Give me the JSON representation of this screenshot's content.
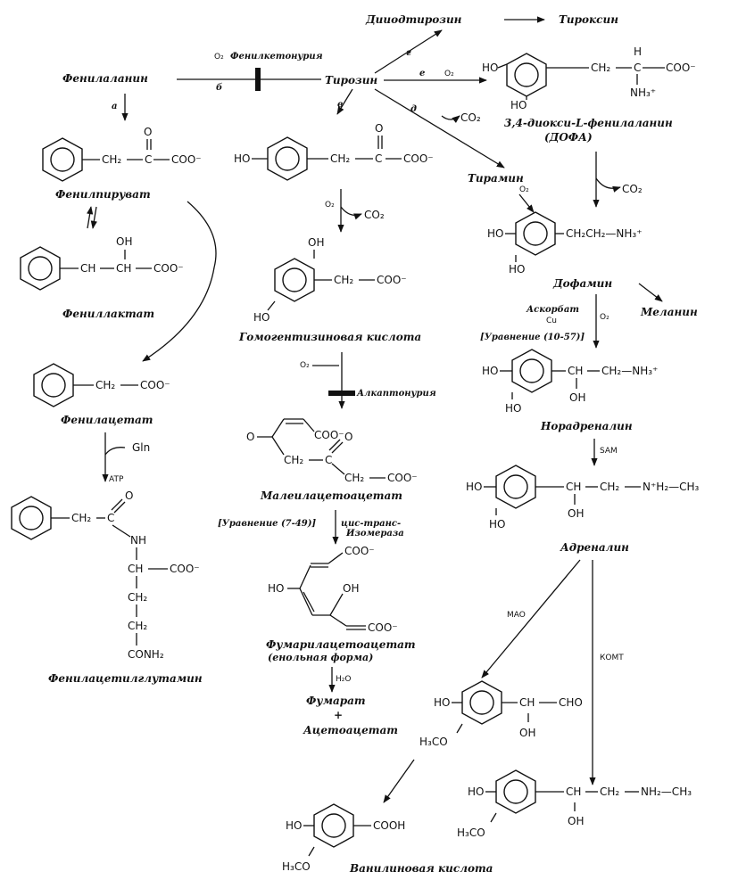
{
  "compounds": {
    "diiodotyrosine": "Дииодтирозин",
    "thyroxine": "Тироксин",
    "phenylalanine": "Фенилаланин",
    "tyrosine": "Тирозин",
    "dopa_name": "3,4-диокси-L-фенилаланин",
    "dopa_abbr": "(ДОФА)",
    "phenylpyruvate": "Фенилпируват",
    "phenyllactate": "Фениллактат",
    "tyramine": "Тирамин",
    "dopamine": "Дофамин",
    "melanin": "Меланин",
    "homogentisic": "Гомогентизиновая кислота",
    "noradrenaline": "Норадреналин",
    "phenylacetate": "Фенилацетат",
    "maleylacetoacetate": "Малеилацетоацетат",
    "adrenaline": "Адреналин",
    "phenylacetylglutamine": "Фенилацетилглутамин",
    "fumarylacetoacetate": "Фумарилацетоацетат",
    "enol_form": "(енольная форма)",
    "fumarate": "Фумарат",
    "plus": "+",
    "acetoacetate": "Ацетоацетат",
    "vanillic_acid": "Ванилиновая кислота"
  },
  "labels": {
    "phenylketonuria": "Фенилкетонурия",
    "alkaptonuria": "Алкаптонурия",
    "ascorbate": "Аскорбат",
    "cu": "Cu",
    "eq_10_57": "[Уравнение (10-57)]",
    "eq_7_49": "[Уравнение (7-49)]",
    "isomerase_1": "цис-транс-",
    "isomerase_2": "Изомераза",
    "sam": "SAM",
    "mao": "MAO",
    "komt": "КОМТ",
    "gln": "Gln",
    "atp": "ATP",
    "o2": "O₂",
    "co2": "CO₂",
    "h2o": "H₂O"
  },
  "pathway_letters": {
    "a": "а",
    "b": "б",
    "v": "в",
    "g": "г",
    "d": "д",
    "e": "е"
  },
  "groups": {
    "coo": "COO⁻",
    "ch2": "CH₂",
    "ch": "CH",
    "c": "C",
    "o": "O",
    "oh": "OH",
    "ho": "HO",
    "h": "H",
    "nh": "NH",
    "nh3": "NH₃⁺",
    "conh2": "CONH₂",
    "cho": "CHO",
    "cooh": "COOH",
    "h3co": "H₃CO",
    "ch2ch2nh3": "CH₂CH₂—NH₃⁺",
    "nh2": "N⁺H₂—CH₃",
    "nhch3": "NH₂—CH₃",
    "ch2nh3": "CH₂—NH₃⁺"
  }
}
